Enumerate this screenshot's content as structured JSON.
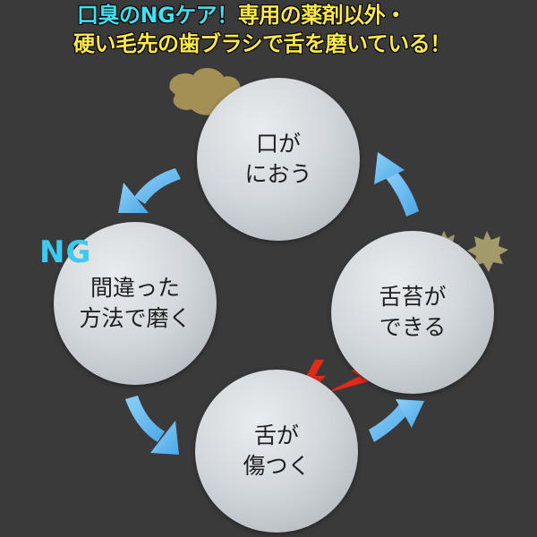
{
  "title": {
    "line1_cyan": "口臭のNGケア！",
    "line1_yellow": "専用の薬剤以外・",
    "line2_yellow": "硬い毛先の歯ブラシで舌を磨いている！"
  },
  "ng_label": "NG",
  "nodes": {
    "top": [
      "口が",
      "におう"
    ],
    "left": [
      "間違った",
      "方法で磨く"
    ],
    "right": [
      "舌苔が",
      "できる"
    ],
    "bottom": [
      "舌が",
      "傷つく"
    ]
  },
  "colors": {
    "background": "#3a3a3a",
    "title_cyan": "#3fe0ef",
    "title_yellow": "#ffe84a",
    "arrow_blue": "#5fb6ef",
    "odor_cloud": "#a48f55",
    "tongue_coating": "#a39a6b",
    "lightning_red": "#e02a1c",
    "ng_blue": "#3fc8f0"
  },
  "icons": [
    "odor-cloud-icon",
    "tongue-coating-spot-icon",
    "lightning-icon",
    "cycle-arrow-icon"
  ]
}
